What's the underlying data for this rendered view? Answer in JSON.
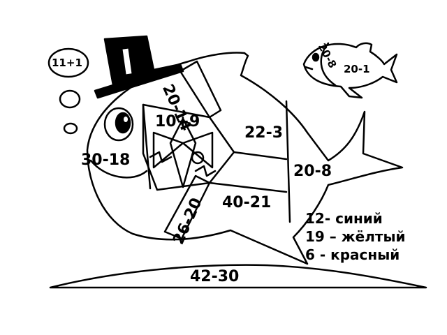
{
  "fish": {
    "labels": {
      "bubble": "11+1",
      "diagonal_top": "20-14",
      "center_left": "10+9",
      "center_right": "22-3",
      "head": "30-18",
      "tail": "20-8",
      "belly": "40-21",
      "diagonal_bottom": "26-20",
      "ground": "42-30"
    }
  },
  "small_fish": {
    "labels": {
      "head": "20-8",
      "body": "20-1"
    }
  },
  "legend": [
    "12- синий",
    "19 – жёлтый",
    "6 - красный"
  ]
}
